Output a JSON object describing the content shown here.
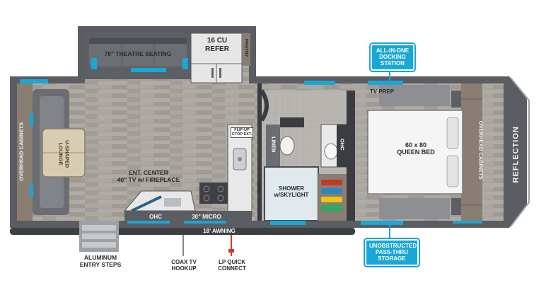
{
  "brand": "REFLECTION",
  "colors": {
    "floor": "#a39e98",
    "wall": "#5a5d62",
    "wall_dark": "#3a3c40",
    "cabinet": "#7b6f66",
    "awning": "#3d3f43",
    "callout": "#1aa6d6",
    "bed": "#f3f3f3",
    "counter": "#e8e8e8",
    "lp_line": "#d0392b"
  },
  "rooms": {
    "theatre_seating": "78\" THEATRE SEATING",
    "refer": "16 CU\nREFER",
    "pantry": "PANTRY",
    "tv_prep": "TV PREP",
    "queen_bed": "60 x 80\nQUEEN BED",
    "overhead_cabinets_front": "OVERHEAD CABINETS",
    "overhead_cabinets_rear": "OVERHEAD CABINETS",
    "u_shaped_lounge": "U-SHAPED\nLOUNGE",
    "flip_up": "FLIP-UP\nCTOP EXT.",
    "linen": "LINEN",
    "ohc_bath": "OHC",
    "ohc_kitchen": "OHC",
    "ohc_bottom": "OHC",
    "ent_center": "ENT. CENTER\n40\" TV w/ FIREPLACE",
    "shower": "SHOWER\nw/SKYLIGHT",
    "micro": "30\" MICRO",
    "awning": "18' AWNING"
  },
  "callouts": {
    "docking": "ALL-IN-ONE\nDOCKING\nSTATION",
    "storage": "UNOBSTRUCTED\nPASS-THRU\nSTORAGE"
  },
  "exterior": {
    "steps": "ALUMINUM\nENTRY STEPS",
    "coax": "COAX TV\nHOOKUP",
    "lp": "LP QUICK\nCONNECT"
  }
}
